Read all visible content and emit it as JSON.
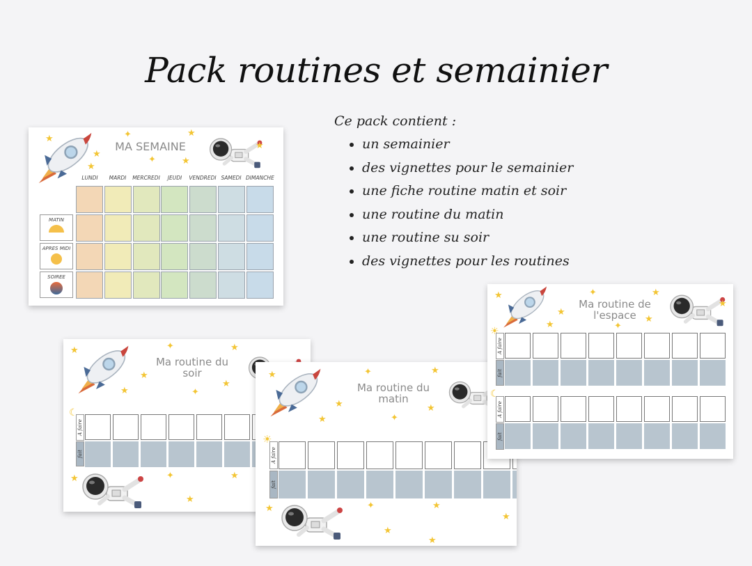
{
  "title": "Pack routines et semainier",
  "contents": {
    "intro": "Ce pack contient :",
    "items": [
      "un semainier",
      "des vignettes pour le semainier",
      "une fiche routine matin et soir",
      "une routine du matin",
      "une routine su soir",
      "des vignettes pour les routines"
    ]
  },
  "semainier": {
    "title": "MA SEMAINE",
    "days": [
      "LUNDI",
      "MARDI",
      "MERCREDI",
      "JEUDI",
      "VENDREDI",
      "SAMEDI",
      "DIMANCHE"
    ],
    "rows": [
      "MATIN",
      "APRES MIDI",
      "SOIREE"
    ],
    "day_colors": [
      "#f3d7b6",
      "#f1ebb8",
      "#e1e8bd",
      "#d3e6c0",
      "#ccdccd",
      "#cedde3",
      "#c8dbe9"
    ]
  },
  "routine_soir": {
    "title_line1": "Ma routine du",
    "title_line2": "soir",
    "row_todo": "A faire",
    "row_done": "fait"
  },
  "routine_matin": {
    "title_line1": "Ma routine du",
    "title_line2": "matin",
    "row_todo": "A faire",
    "row_done": "fait"
  },
  "routine_espace": {
    "title_line1": "Ma routine de",
    "title_line2": "l'espace",
    "row_todo": "A faire",
    "row_done": "fait"
  },
  "colors": {
    "star": "#f3c534",
    "done_fill": "#b8c5cf",
    "title_gray": "#8a8a8a"
  }
}
